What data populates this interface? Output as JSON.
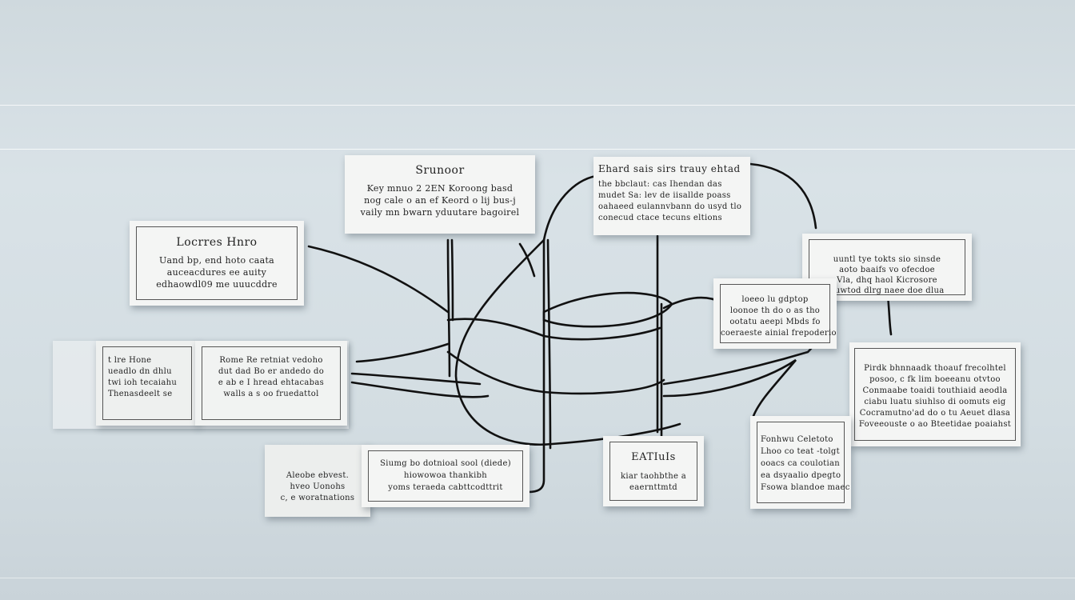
{
  "cards": {
    "left_top": {
      "title": "Locrres Hnro",
      "lines": [
        "Uand bp, end hoto caata",
        "auceacdures ee auity",
        "edhaowdl09 me uuucddre"
      ]
    },
    "center_top": {
      "title": "Srunoor",
      "lines": [
        "Key mnuo 2 2EN Koroong basd",
        "nog cale o an ef Keord o lij bus-j",
        "vaily mn bwarn yduutare bagoirel"
      ]
    },
    "right_top": {
      "title": "Ehard sais sirs trauy ehtad",
      "lines": [
        "the bbclaut: cas Ihendan das",
        "mudet Sa: lev de iisallde poass",
        "oahaeed eulannvbann do usyd tlo",
        "conecud ctace tecuns eltions"
      ]
    },
    "right_mid1": {
      "title": "",
      "lines": [
        "uuntl tye tokts sio sinsde",
        "aoto baaifs vo ofecdoe",
        "Vla, dhq haol Kicrosore",
        "ouwtod dlrg naee doe dlua"
      ]
    },
    "right_mid2": {
      "title": "",
      "lines": [
        "loeeo lu gdptop",
        "loonoe th do o as tho",
        "ootatu aeepi Mbds fo",
        "coeraeste ainial frepoderio"
      ]
    },
    "left_mid_a": {
      "title": "",
      "lines": [
        "t lre Hone",
        "ueadlo dn dhlu",
        "twi ioh tecaiahu",
        "Thenasdeelt se"
      ]
    },
    "left_mid_b": {
      "title": "",
      "lines": [
        "Rome Re retniat vedoho",
        "dut dad Bo er andedo do",
        "e ab e I hread ehtacabas",
        "walls a s oo fruedattol"
      ]
    },
    "far_right": {
      "title": "",
      "lines": [
        "Pirdk bhnnaadk thoauf frecolhtel",
        "posoo, c fk lim boeeanu otvtoo",
        "Conmaabe toaidi touthiaid aeodla",
        "ciabu luatu siuhlso di oomuts eig",
        "Cocramutno'ad do o tu Aeuet dlasa",
        "Foveeouste o ao Bteetidae poaiahst"
      ]
    },
    "bottom_left_a": {
      "title": "",
      "lines": [
        "Aleobe ebvest.",
        "hveo Uonohs",
        "c, e woratnations"
      ]
    },
    "bottom_left_b": {
      "title": "",
      "lines": [
        "Siumg bo dotnioal sool (diede)",
        "hiowowoa thankibh",
        "yoms teraeda cabttcodttrit"
      ]
    },
    "bottom_mid": {
      "title": "EATIuIs",
      "lines": [
        "kiar taohbthe a",
        "eaernttmtd"
      ]
    },
    "bottom_right": {
      "title": "",
      "lines": [
        "Fonhwu Celetoto",
        "Lhoo co teat -tolgt",
        "ooacs ca coulotian",
        "ea dsyaalio dpegto",
        "Fsowa blandoe maec"
      ]
    }
  }
}
